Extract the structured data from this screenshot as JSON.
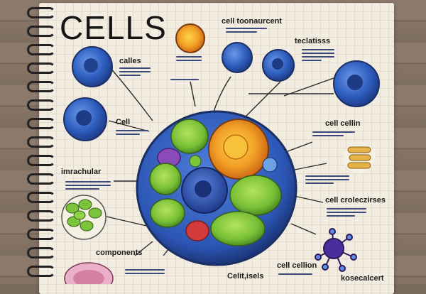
{
  "title": "CELLS",
  "labels": {
    "top_center": "cell toonaurcent",
    "top_right": "teclatisss",
    "left_upper": "calles",
    "left_mid": "Cell",
    "left_lower": "imrachular",
    "bottom_left": "components",
    "mid_right": "cell cellin",
    "right_mid": "cell croleczirses",
    "bottom_center": "Celit,isels",
    "bottom_right": "cell cellion",
    "bottom_far_right": "kosecalcert"
  },
  "colors": {
    "cell_blue": "#2f5fc0",
    "nucleus_orange": "#f19b1e",
    "chloroplast_green": "#7cc43a",
    "vacuole_purple": "#8a4bb8",
    "page": "#f3ece0"
  }
}
